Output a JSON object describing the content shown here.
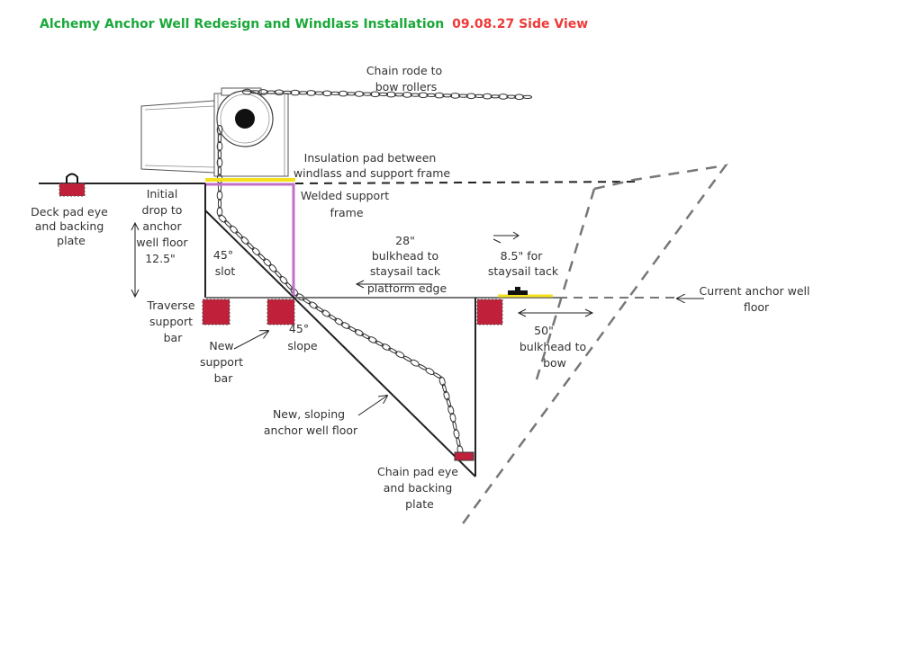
{
  "title": {
    "main": "Alchemy Anchor Well Redesign and Windlass Installation",
    "date": "09.08.27 Side View"
  },
  "colors": {
    "title_green": "#1aa83a",
    "title_red": "#ee3a3a",
    "pad_red": "#c0203a",
    "insulation_yellow": "#f4e11a",
    "frame_purple": "#c070c8",
    "line": "#222222",
    "dashed": "#777777"
  },
  "labels": {
    "chain_rode": [
      "Chain rode to",
      "bow rollers"
    ],
    "insulation": [
      "Insulation pad between",
      "windlass and support frame"
    ],
    "welded": [
      "Welded support",
      "frame"
    ],
    "deck_pad": [
      "Deck pad eye",
      "and backing",
      "plate"
    ],
    "initial_drop": [
      "Initial",
      "drop to",
      "anchor",
      "well floor",
      "12.5\""
    ],
    "slot": [
      "45°",
      "slot"
    ],
    "bulkhead_28": [
      "28\"",
      "bulkhead to",
      "staysail tack",
      "platform edge"
    ],
    "staysail": [
      "8.5\" for",
      "staysail tack"
    ],
    "current_floor": [
      "Current anchor well",
      "floor"
    ],
    "traverse": [
      "Traverse",
      "support",
      "bar"
    ],
    "new_support": [
      "New",
      "support",
      "bar"
    ],
    "slope": [
      "45°",
      "slope"
    ],
    "bulkhead_50": [
      "50\"",
      "bulkhead to",
      "bow"
    ],
    "new_floor": [
      "New, sloping",
      "anchor well floor"
    ],
    "chain_pad": [
      "Chain pad eye",
      "and backing",
      "plate"
    ]
  }
}
